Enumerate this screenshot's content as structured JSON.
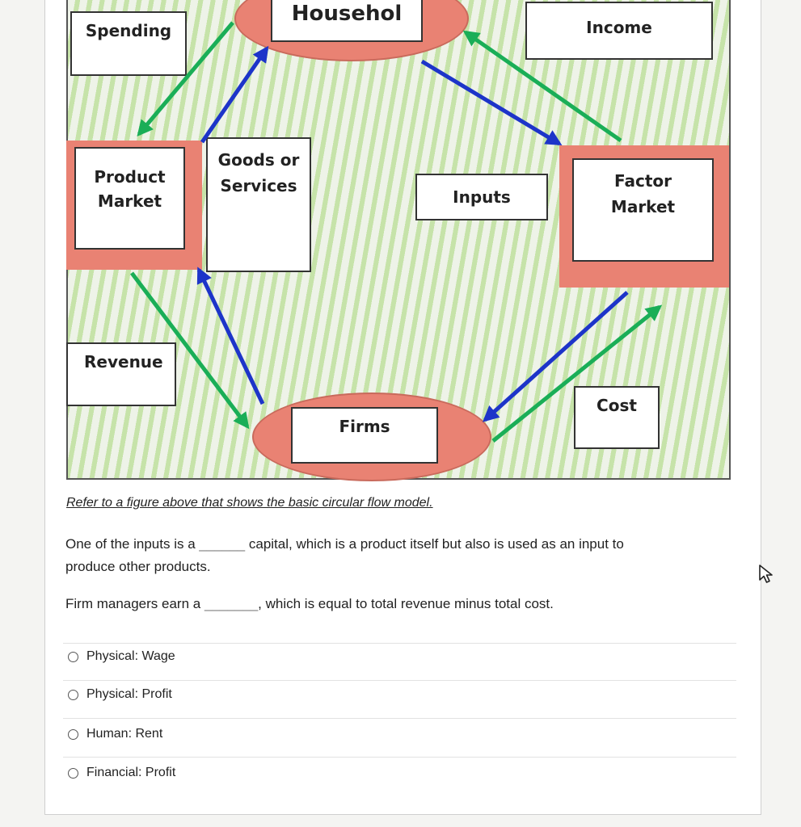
{
  "diagram": {
    "household_label": "Househol",
    "spending_label": "Spending",
    "income_label": "Income",
    "product_market_label": "Product Market",
    "goods_services_label": "Goods or Services",
    "inputs_label": "Inputs",
    "factor_market_label": "Factor Market",
    "revenue_label": "Revenue",
    "cost_label": "Cost",
    "firms_label": "Firms",
    "colors": {
      "market_fill": "#e98273",
      "arrow_green": "#1aae57",
      "arrow_blue": "#1d34c9"
    }
  },
  "question": {
    "heading": "Refer to a figure above that shows the basic circular flow model.",
    "line1_pre": "One of the inputs is a",
    "line1_blank": "______",
    "line1_post": "capital, which is a product itself but also is used as an input to",
    "line2": "produce other products.",
    "line3_pre": "Firm managers earn a",
    "line3_blank": "_______",
    "line3_post": ", which is equal to total revenue minus total cost."
  },
  "options": [
    {
      "label": "Physical: Wage"
    },
    {
      "label": "Physical: Profit"
    },
    {
      "label": "Human: Rent"
    },
    {
      "label": "Financial: Profit"
    }
  ],
  "cursor_icon": "mouse-pointer-icon"
}
